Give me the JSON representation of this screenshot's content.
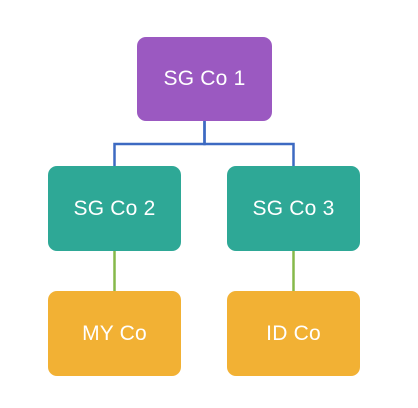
{
  "diagram": {
    "type": "org-chart",
    "nodes": [
      {
        "id": "sg1",
        "label": "SG Co 1",
        "color": "#9b59c1"
      },
      {
        "id": "sg2",
        "label": "SG Co 2",
        "color": "#2ea896"
      },
      {
        "id": "sg3",
        "label": "SG Co 3",
        "color": "#2ea896"
      },
      {
        "id": "my",
        "label": "MY Co",
        "color": "#f2b134"
      },
      {
        "id": "id",
        "label": "ID Co",
        "color": "#f2b134"
      }
    ],
    "edges": [
      {
        "from": "sg1",
        "to": "sg2",
        "color": "#3d6ac2"
      },
      {
        "from": "sg1",
        "to": "sg3",
        "color": "#3d6ac2"
      },
      {
        "from": "sg2",
        "to": "my",
        "color": "#86b94a"
      },
      {
        "from": "sg3",
        "to": "id",
        "color": "#86b94a"
      }
    ]
  }
}
